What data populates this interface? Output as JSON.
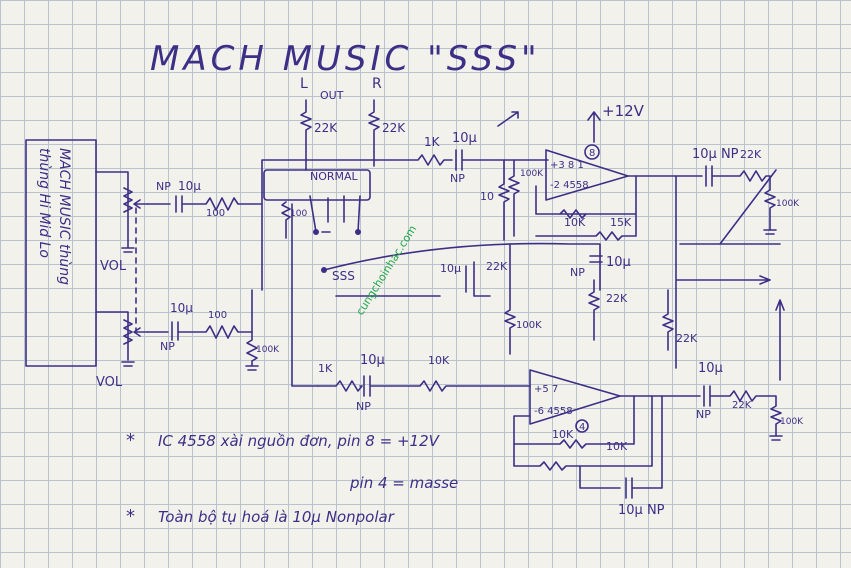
{
  "title": "MACH MUSIC \"SSS\"",
  "out_labels": {
    "l": "L",
    "out": "OUT",
    "r": "R"
  },
  "supply": "+12V",
  "side_box": {
    "line1": "MACH MUSIC thùng",
    "line2": "thùng Hi Mid Lo"
  },
  "labels": {
    "vol_top": "VOL",
    "vol_bottom": "VOL",
    "normal": "NORMAL",
    "sss": "SSS",
    "ic_top_pins": "+3 8 1",
    "ic_top_name": "-2 4558",
    "ic_bottom_pins": "+5 7",
    "ic_bottom_name": "-6 4558",
    "pin8_marker": "8",
    "pin4_marker": "4",
    "np": "NP",
    "r22k": "22K",
    "r1k": "1K",
    "r10k": "10K",
    "r15k": "15K",
    "r100k": "100K",
    "r100": "100",
    "r10": "10",
    "c10u": "10µ",
    "c10u_np": "10µ NP"
  },
  "notes": {
    "note1": "IC 4558 xài nguồn đơn, pin 8 = +12V",
    "note2": "pin 4 = masse",
    "note3": "Toàn bộ tụ hoá là 10µ Nonpolar"
  },
  "watermark": "cungchoinhac.com"
}
